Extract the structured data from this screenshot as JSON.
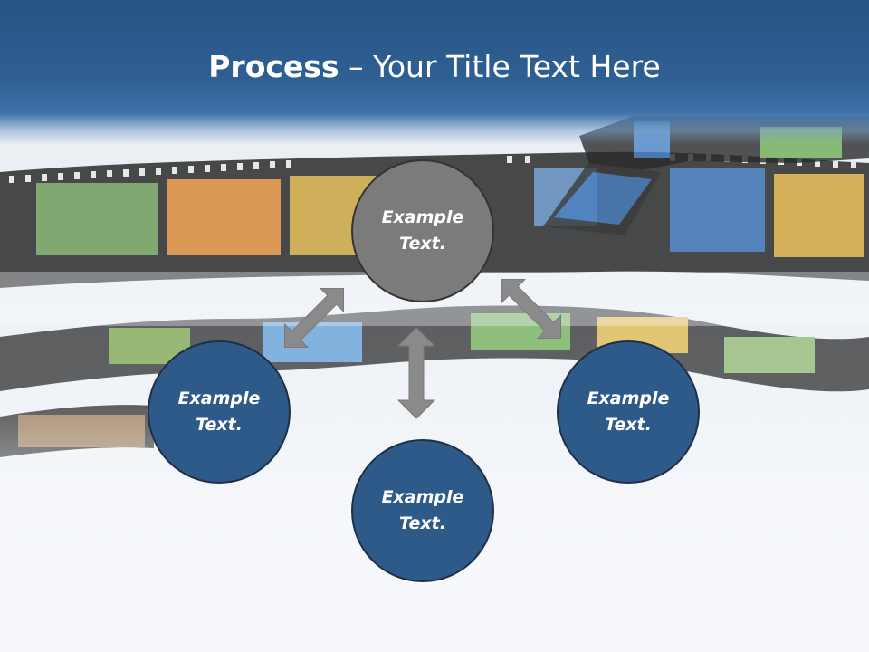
{
  "slide": {
    "title_bold": "Process",
    "title_rest": " – Your Title Text Here"
  },
  "diagram": {
    "center_node": {
      "label": "Example Text."
    },
    "nodes": [
      {
        "id": "left",
        "label": "Example Text."
      },
      {
        "id": "bottom",
        "label": "Example Text."
      },
      {
        "id": "right",
        "label": "Example Text."
      }
    ]
  },
  "colors": {
    "header": "#2f5f93",
    "node_blue": "#2e5a8a",
    "node_grey": "#7b7b7b",
    "arrow": "#8a8a8a",
    "node_border": "#1f2f45"
  },
  "background": {
    "motif": "film-strip-photos"
  }
}
